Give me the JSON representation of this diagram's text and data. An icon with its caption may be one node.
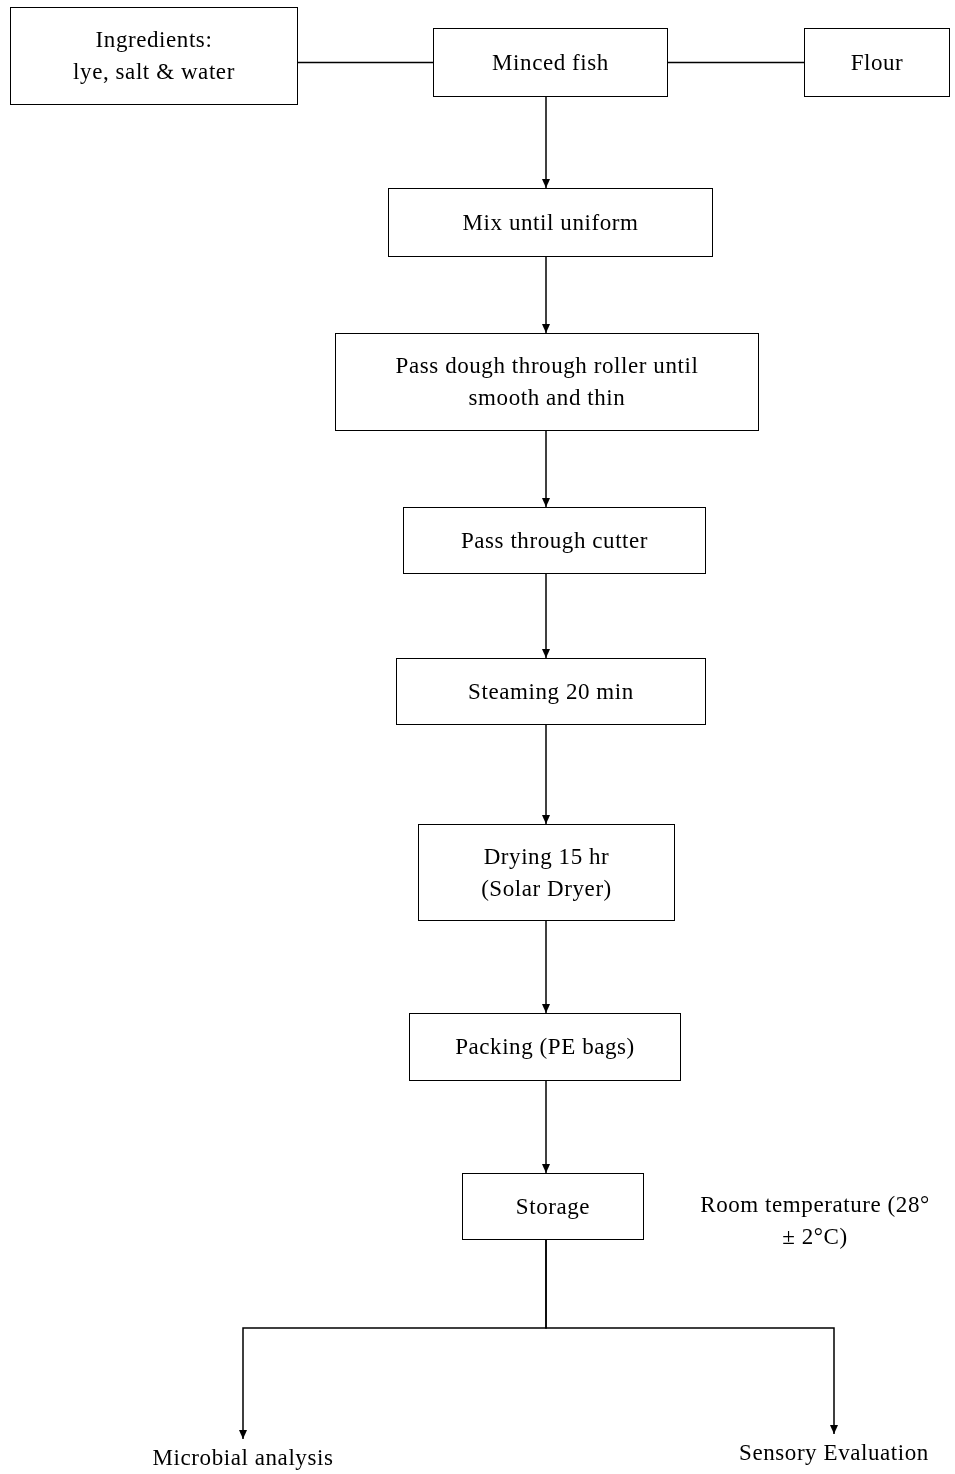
{
  "diagram": {
    "nodes": [
      {
        "text": [
          "Ingredients:",
          "lye, salt & water"
        ]
      },
      {
        "text": [
          "Minced fish"
        ]
      },
      {
        "text": [
          "Flour"
        ]
      },
      {
        "text": [
          "Mix until uniform"
        ]
      },
      {
        "text": [
          "Pass dough through roller until smooth and thin"
        ]
      },
      {
        "text": [
          "Pass through cutter"
        ]
      },
      {
        "text": [
          "Steaming 20 min"
        ]
      },
      {
        "text": [
          "Drying 15 hr (Solar Dryer)"
        ]
      },
      {
        "text": [
          "Packing (PE bags)"
        ]
      },
      {
        "text": [
          "Storage"
        ],
        "beside": [
          "Room temperature (28°± 2°C)"
        ]
      },
      {
        "text": [
          "Microbial analysis"
        ]
      },
      {
        "text": [
          "Sensory Evaluation"
        ]
      }
    ],
    "edges": [
      {
        "from": 0,
        "to": 1,
        "arrow": "none"
      },
      {
        "from": 2,
        "to": 1,
        "arrow": "none"
      },
      {
        "from": 1,
        "to": 3,
        "arrow": "to"
      },
      {
        "from": 3,
        "to": 4,
        "arrow": "to"
      },
      {
        "from": 4,
        "to": 5,
        "arrow": "to"
      },
      {
        "from": 5,
        "to": 6,
        "arrow": "to"
      },
      {
        "from": 6,
        "to": 7,
        "arrow": "to"
      },
      {
        "from": 7,
        "to": 8,
        "arrow": "to"
      },
      {
        "from": 8,
        "to": 9,
        "arrow": "to"
      },
      {
        "from": 9,
        "to": 10,
        "arrow": "to"
      },
      {
        "from": 9,
        "to": 11,
        "arrow": "to"
      }
    ]
  }
}
